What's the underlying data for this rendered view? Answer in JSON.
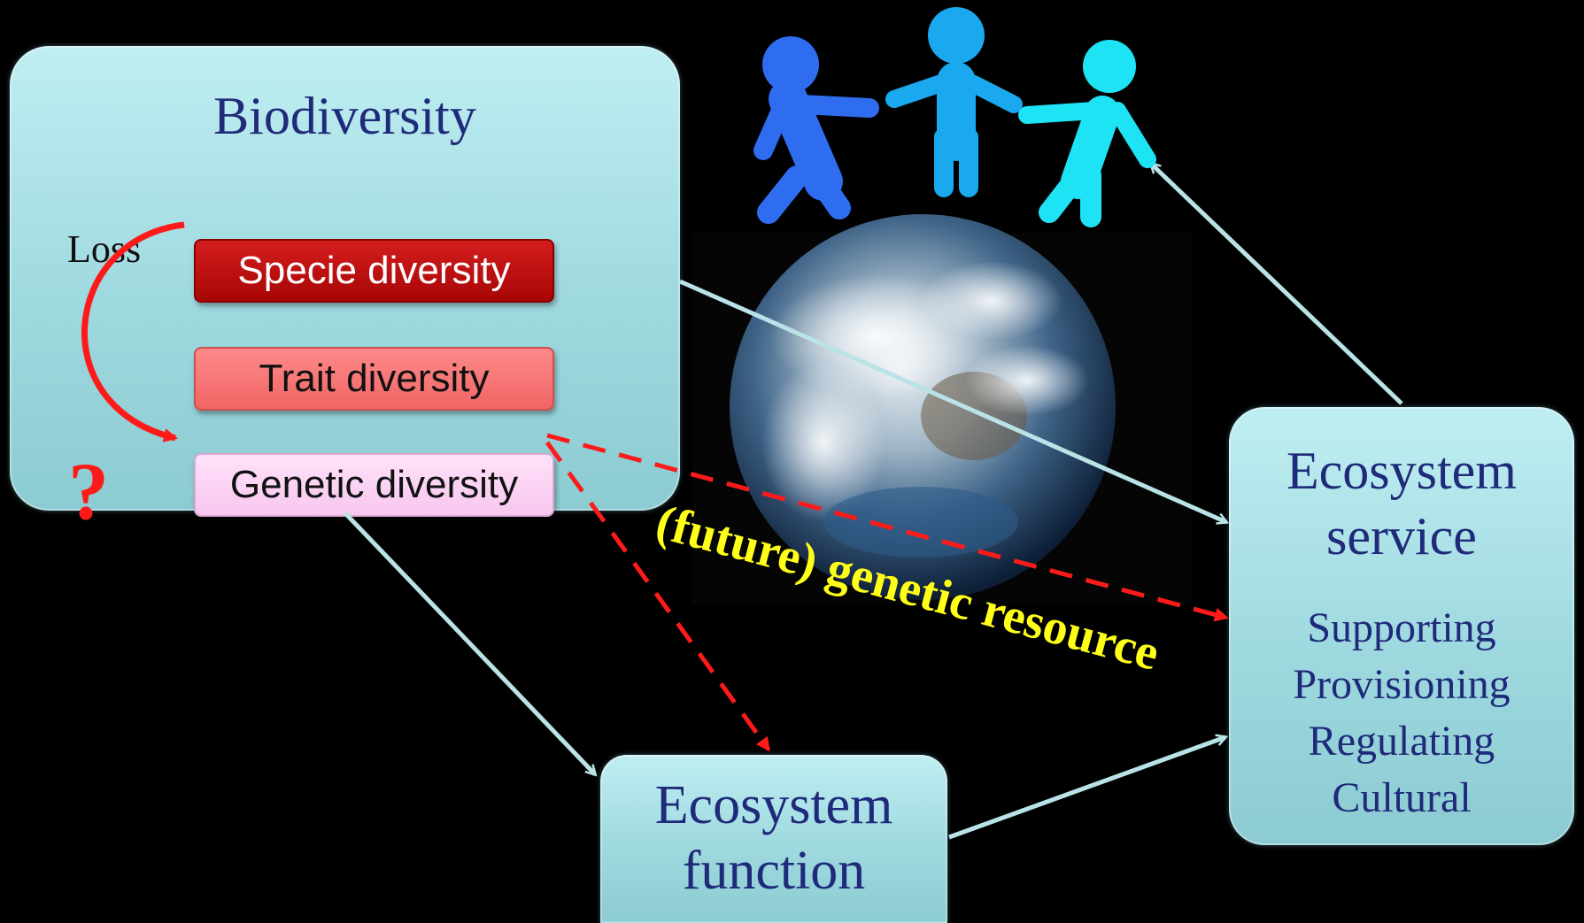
{
  "biodiversity": {
    "title": "Biodiversity",
    "loss_label": "Loss",
    "question_mark": "?",
    "species": "Specie diversity",
    "trait": "Trait diversity",
    "genetic": "Genetic diversity"
  },
  "ecosystem_service": {
    "title_line1": "Ecosystem",
    "title_line2": "service",
    "items": [
      "Supporting",
      "Provisioning",
      "Regulating",
      "Cultural"
    ]
  },
  "ecosystem_function": {
    "title_line1": "Ecosystem",
    "title_line2": "function"
  },
  "resource_label": "(future) genetic resource",
  "colors": {
    "box_fill": "#a6dde3",
    "box_text": "#1f2a7a",
    "arrow": "#b9e3e6",
    "dashed_arrow": "#ff1a1a",
    "label": "#ffff1a",
    "person_1": "#2f6df0",
    "person_2": "#1aa9ee",
    "person_3": "#1ee3f5"
  },
  "icons": [
    "people-holding-hands-icon",
    "earth-globe-image"
  ]
}
